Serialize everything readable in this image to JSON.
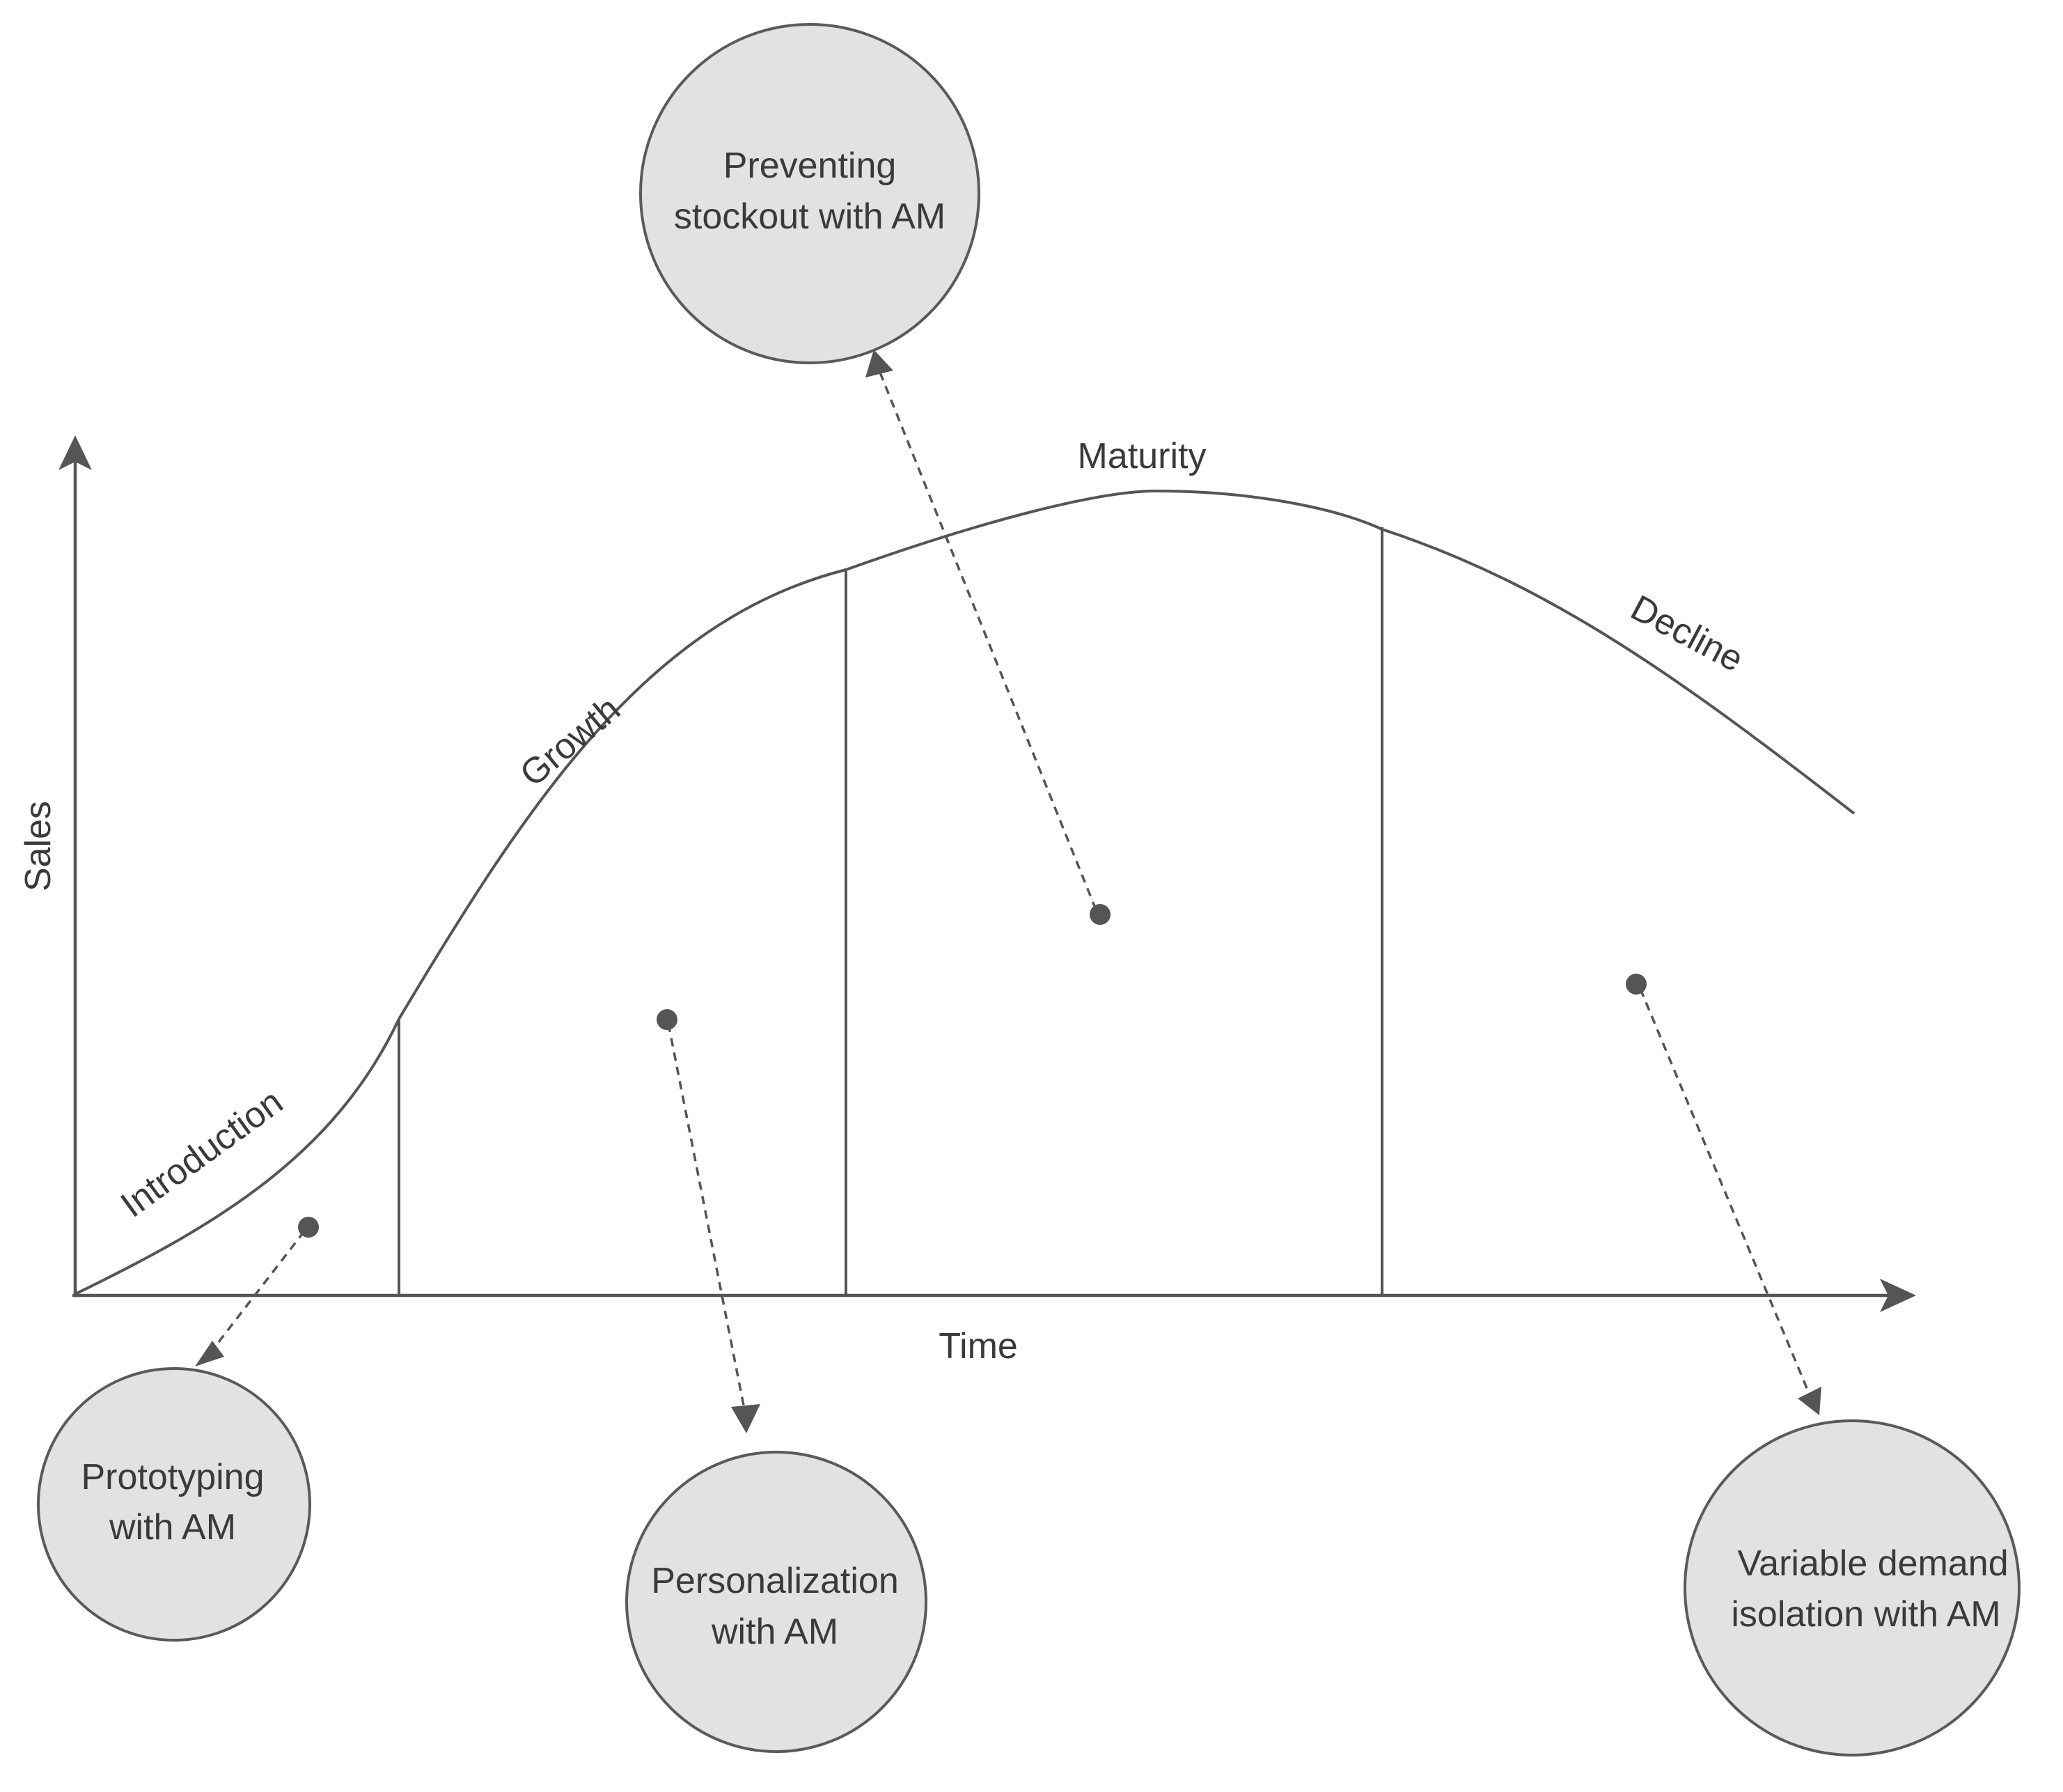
{
  "axes": {
    "x_label": "Time",
    "y_label": "Sales"
  },
  "stages": [
    {
      "id": "introduction",
      "label": "Introduction"
    },
    {
      "id": "growth",
      "label": "Growth"
    },
    {
      "id": "maturity",
      "label": "Maturity"
    },
    {
      "id": "decline",
      "label": "Decline"
    }
  ],
  "bubbles": [
    {
      "id": "prototyping",
      "stage": "introduction",
      "lines": [
        "Prototyping",
        "with AM"
      ]
    },
    {
      "id": "personalization",
      "stage": "growth",
      "lines": [
        "Personalization",
        "with AM"
      ]
    },
    {
      "id": "stockout",
      "stage": "maturity",
      "lines": [
        "Preventing",
        "stockout with AM"
      ]
    },
    {
      "id": "variable-demand",
      "stage": "decline",
      "lines": [
        "Variable demand",
        "isolation with AM"
      ]
    }
  ],
  "colors": {
    "line": "#555555",
    "bubble_fill": "#e2e2e2",
    "text": "#3a3a3a"
  }
}
